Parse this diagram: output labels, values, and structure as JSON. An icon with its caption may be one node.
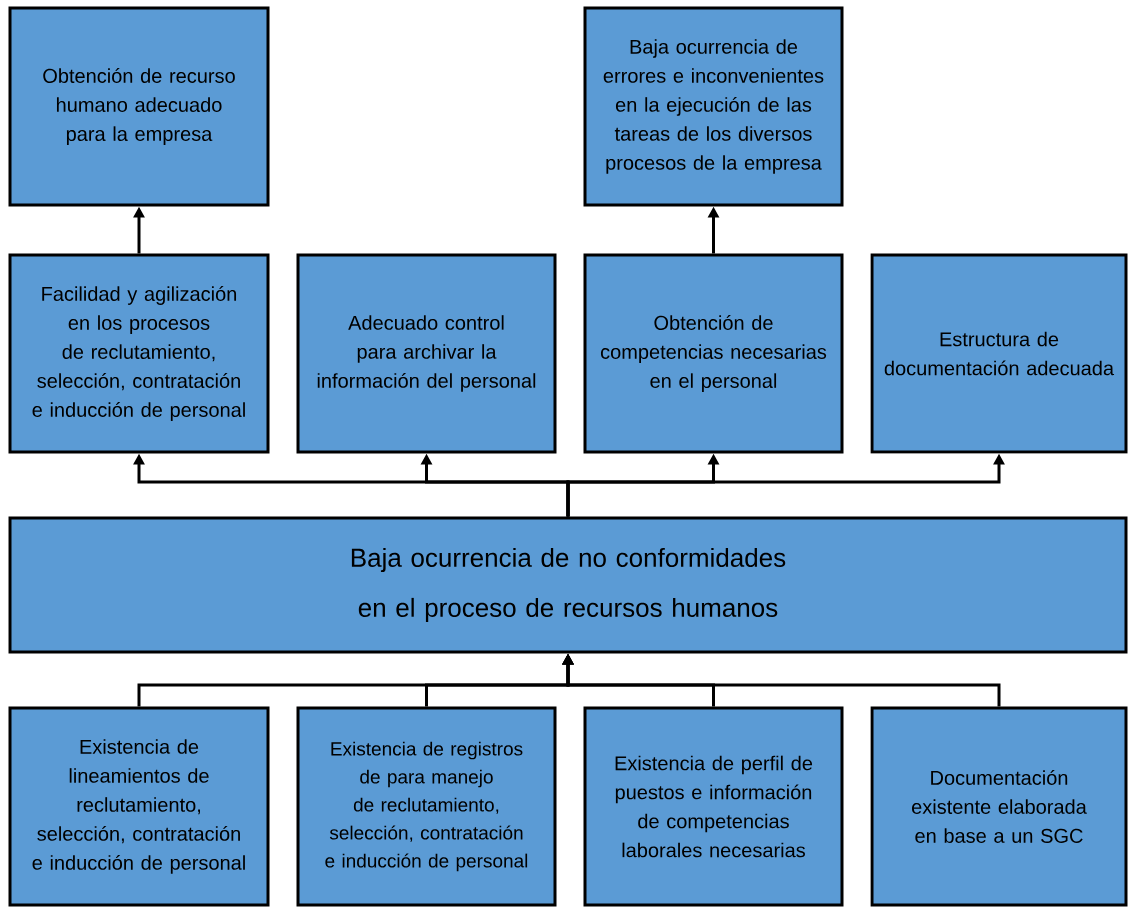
{
  "diagram": {
    "nodes": [
      {
        "text": [
          "Obtención de recurso humano adecuado para la empresa"
        ]
      },
      {
        "text": [
          "Baja ocurrencia de errores e inconvenientes en la ejecución de las tareas de los diversos procesos de la empresa"
        ]
      },
      {
        "text": [
          "Facilidad y agilización en los procesos de reclutamiento, selección, contratación e inducción de personal"
        ]
      },
      {
        "text": [
          "Adecuado control para archivar la información del personal"
        ]
      },
      {
        "text": [
          "Obtención de competencias necesarias en el personal"
        ]
      },
      {
        "text": [
          "Estructura de documentación adecuada"
        ]
      },
      {
        "text": [
          "Baja ocurrencia de no conformidades en el proceso de recursos humanos"
        ]
      },
      {
        "text": [
          "Existencia de lineamientos de reclutamiento, selección, contratación e inducción de personal"
        ]
      },
      {
        "text": [
          "Existencia de registros de para manejo de reclutamiento, selección, contratación e inducción de personal"
        ]
      },
      {
        "text": [
          "Existencia de perfil de puestos e información de competencias laborales necesarias"
        ]
      },
      {
        "text": [
          "Documentación existente elaborada en base a un SGC"
        ]
      }
    ],
    "edges": [
      {
        "from": 2,
        "to": 0,
        "arrow": "to"
      },
      {
        "from": 4,
        "to": 1,
        "arrow": "to"
      },
      {
        "from": 6,
        "to": 2,
        "arrow": "to"
      },
      {
        "from": 6,
        "to": 3,
        "arrow": "to"
      },
      {
        "from": 6,
        "to": 4,
        "arrow": "to"
      },
      {
        "from": 6,
        "to": 5,
        "arrow": "to"
      },
      {
        "from": 7,
        "to": 6,
        "arrow": "to"
      },
      {
        "from": 8,
        "to": 6,
        "arrow": "to"
      },
      {
        "from": 9,
        "to": 6,
        "arrow": "to"
      },
      {
        "from": 10,
        "to": 6,
        "arrow": "to"
      }
    ]
  }
}
